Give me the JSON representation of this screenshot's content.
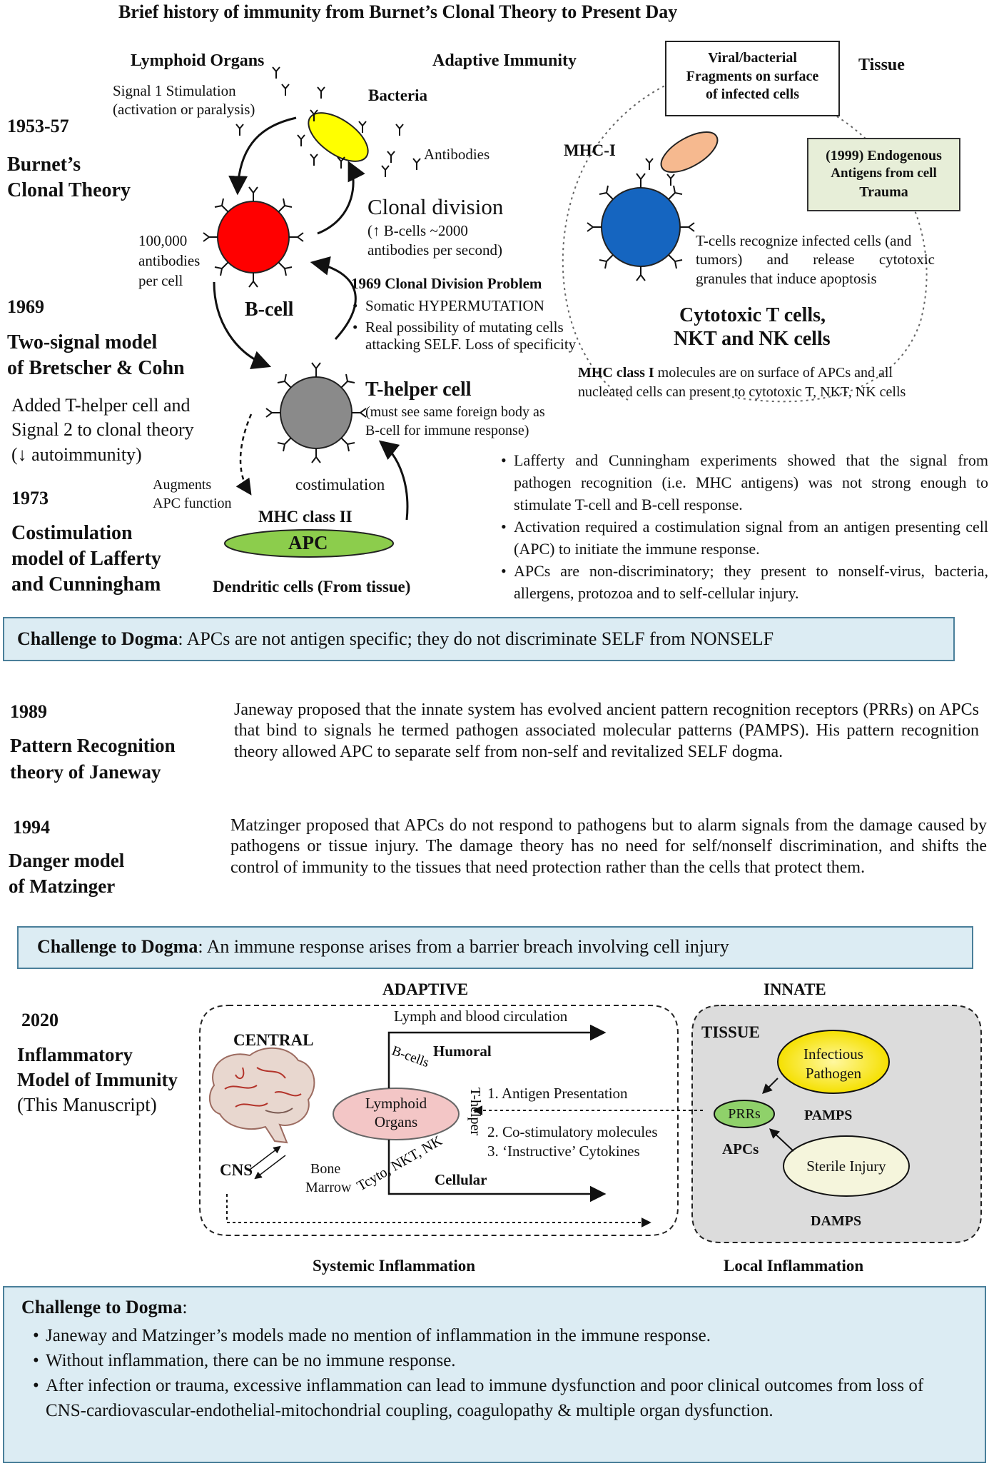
{
  "title": "Brief history of immunity from Burnet’s Clonal Theory to Present Day",
  "colors": {
    "challenge_bg": "#dcecf3",
    "challenge_border": "#4a7f9a",
    "bcell": "#ff0000",
    "bacteria": "#ffff00",
    "thelper": "#8a8a8a",
    "apc": "#8ccd4c",
    "tcell": "#1565c0",
    "fragment": "#f6b98f",
    "trauma_box": "#e7eed8",
    "innate_bg": "#dcdcdc",
    "lymphoid": "#f3c6c6",
    "pathogen": "#ffee00",
    "prr": "#8fd16a",
    "sterile": "#f5f5dc"
  },
  "timeline": {
    "e1953": {
      "year": "1953-57",
      "title1": "Burnet’s",
      "title2": "Clonal Theory"
    },
    "e1969": {
      "year": "1969",
      "title1": "Two-signal model",
      "title2": "of Bretscher & Cohn",
      "desc1": "Added T-helper cell and",
      "desc2": "Signal 2 to clonal theory",
      "desc3": "(↓ autoimmunity)"
    },
    "e1973": {
      "year": "1973",
      "title1": "Costimulation",
      "title2": "model of Lafferty",
      "title3": "and Cunningham"
    },
    "e1989": {
      "year": "1989",
      "title1": "Pattern Recognition",
      "title2": "theory of Janeway",
      "text": "Janeway proposed that the innate system has evolved ancient pattern recognition receptors (PRRs) on APCs that bind to signals he termed pathogen associated molecular patterns (PAMPS). His pattern recognition theory allowed APC to separate self from non-self and revitalized SELF dogma."
    },
    "e1994": {
      "year": "1994",
      "title1": "Danger model",
      "title2": "of Matzinger",
      "text": "Matzinger proposed that APCs do not respond to pathogens but to alarm signals from the damage caused by pathogens or tissue injury. The damage theory has no need for self/nonself discrimination, and shifts the control of immunity to the tissues that need protection rather than the cells that protect them."
    },
    "e2020": {
      "year": "2020",
      "title1": "Inflammatory",
      "title2": "Model of Immunity",
      "title3": "(This Manuscript)"
    }
  },
  "top": {
    "lymphoid_organs": "Lymphoid Organs",
    "adaptive_immunity": "Adaptive Immunity",
    "tissue": "Tissue",
    "signal1a": "Signal 1 Stimulation",
    "signal1b": "(activation or paralysis)",
    "bacteria": "Bacteria",
    "antibodies": "Antibodies",
    "clonal_division": "Clonal division",
    "clonal_sub1": "(↑ B-cells ~2000",
    "clonal_sub2": "antibodies per second)",
    "ab_per_cell1": "100,000",
    "ab_per_cell2": "antibodies",
    "ab_per_cell3": "per cell",
    "bcell": "B-cell",
    "problem_title": "1969 Clonal Division Problem",
    "problem_items": [
      "Somatic HYPERMUTATION",
      "Real possibility of mutating cells"
    ],
    "problem_cont": "attacking SELF. Loss of specificity",
    "thelper": "T-helper cell",
    "thelper_sub1": "(must see same foreign body as",
    "thelper_sub2": "B-cell for immune response)",
    "augments1": "Augments",
    "augments2": "APC function",
    "costim": "costimulation",
    "mhc2": "MHC class II",
    "apc": "APC",
    "dendritic": "Dendritic cells (From tissue)",
    "frag1": "Viral/bacterial",
    "frag2": "Fragments on surface",
    "frag3": "of infected cells",
    "mhc1": "MHC-I",
    "trauma1": "(1999) Endogenous",
    "trauma2": "Antigens from cell",
    "trauma3": "Trauma",
    "tcell_rec1": "T-cells recognize infected cells (and",
    "tcell_rec2": "tumors) and release cytotoxic",
    "tcell_rec3": "granules that induce apoptosis",
    "ctl1": "Cytotoxic T cells,",
    "ctl2": "NKT and NK cells",
    "mhc_note_bold": "MHC class I",
    "mhc_note1": " molecules are on surface of APCs and all",
    "mhc_note2": "nucleated cells can present to cytotoxic T, NKT, NK cells"
  },
  "lafferty_bullets": [
    "Lafferty and Cunningham experiments showed that the signal from pathogen recognition (i.e. MHC antigens) was not strong enough to stimulate T-cell and B-cell response.",
    "Activation required a costimulation signal from an antigen presenting cell (APC) to initiate the immune response.",
    "APCs are non-discriminatory; they present to nonself-virus, bacteria, allergens, protozoa and to self-cellular injury."
  ],
  "challenge1": {
    "label": "Challenge to Dogma",
    "text": ": APCs are not antigen specific; they do not discriminate SELF from NONSELF"
  },
  "challenge2": {
    "label": "Challenge to Dogma",
    "text": ": An immune response arises from a barrier breach involving cell injury"
  },
  "bottom": {
    "adaptive": "ADAPTIVE",
    "innate": "INNATE",
    "central": "CENTRAL",
    "tissue": "TISSUE",
    "lymph_blood": "Lymph and blood circulation",
    "humoral": "Humoral",
    "bcells": "B-cells",
    "lymphoid1": "Lymphoid",
    "lymphoid2": "Organs",
    "thelper": "T-helper",
    "step1": "1. Antigen Presentation",
    "step2": "2. Co-stimulatory molecules",
    "step3": "3. ‘Instructive’ Cytokines",
    "tcyto": "Tcyto, NKT, NK",
    "cellular": "Cellular",
    "cns": "CNS",
    "bone1": "Bone",
    "bone2": "Marrow",
    "prrs": "PRRs",
    "apcs": "APCs",
    "pamps": "PAMPS",
    "damps": "DAMPS",
    "infectious1": "Infectious",
    "infectious2": "Pathogen",
    "sterile": "Sterile Injury",
    "systemic": "Systemic Inflammation",
    "local": "Local Inflammation"
  },
  "challenge3": {
    "label": "Challenge to Dogma",
    "colon": ":",
    "items": [
      "Janeway and Matzinger’s models made no mention of inflammation in the immune response.",
      "Without inflammation, there can be no immune response.",
      "After infection or trauma, excessive inflammation can lead to immune dysfunction and poor clinical outcomes from loss of CNS-cardiovascular-endothelial-mitochondrial coupling, coagulopathy & multiple organ dysfunction."
    ]
  }
}
